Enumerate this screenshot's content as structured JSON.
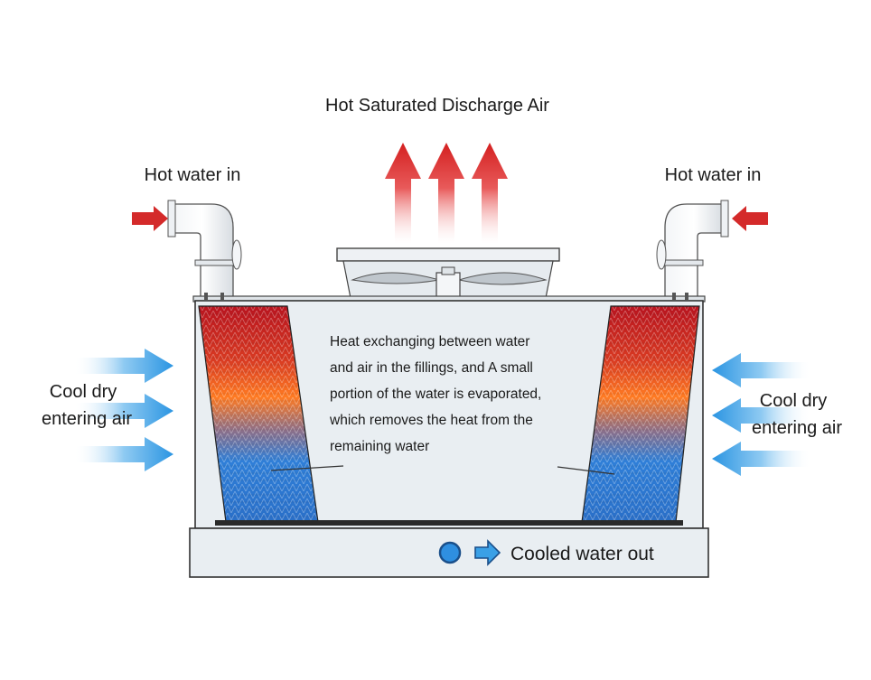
{
  "labels": {
    "discharge_air": "Hot Saturated Discharge Air",
    "hot_water_in_left": "Hot water in",
    "hot_water_in_right": "Hot water in",
    "cool_air_left": [
      "Cool dry",
      "entering air"
    ],
    "cool_air_right": [
      "Cool dry",
      "entering air"
    ],
    "cooled_water_out": "Cooled water out",
    "fill_description": [
      "Heat exchanging between water",
      "and air in the fillings, and A small",
      "portion of the water is evaporated,",
      "which removes the heat from the",
      "remaining water"
    ]
  },
  "colors": {
    "hot_arrow": "#d42a2a",
    "cool_arrow": "#3aa0e6",
    "hot_fill": "#c0202a",
    "mid_fill": "#ff7a22",
    "cool_fill": "#2f7fd8",
    "tower_body": "#e9eef2",
    "outline": "#333333"
  },
  "icons": {
    "water_outlet": "blue-circle-icon",
    "flow_direction": "arrow-right-icon"
  }
}
